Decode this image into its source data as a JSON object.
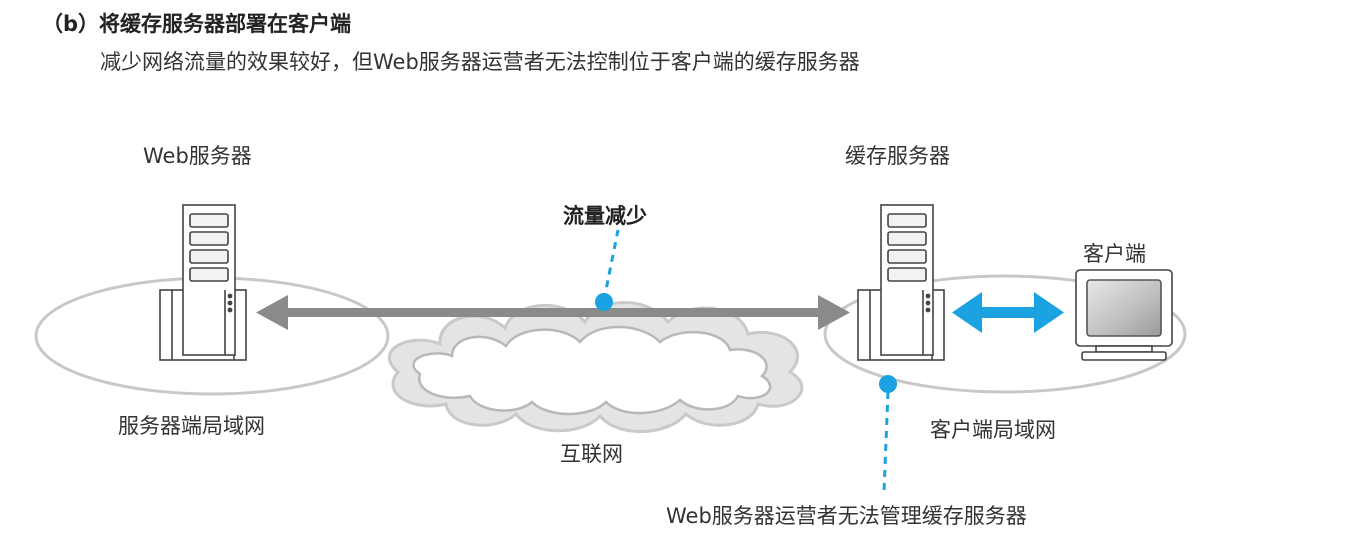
{
  "heading": "（b）将缓存服务器部署在客户端",
  "subheading": "减少网络流量的效果较好，但Web服务器运营者无法控制位于客户端的缓存服务器",
  "labels": {
    "web_server": "Web服务器",
    "cache_server": "缓存服务器",
    "traffic": "流量减少",
    "client": "客户端",
    "server_lan": "服务器端局域网",
    "client_lan": "客户端局域网",
    "internet": "互联网",
    "note": "Web服务器运营者无法管理缓存服务器"
  },
  "colors": {
    "arrow_gray": "#8a8a8a",
    "arrow_blue": "#1aa3e0",
    "lan_outline": "#c8c8c8",
    "cloud_fill": "#e4e4e4"
  },
  "icons": [
    "web-server-icon",
    "cache-server-icon",
    "client-monitor-icon",
    "internet-cloud-icon"
  ]
}
